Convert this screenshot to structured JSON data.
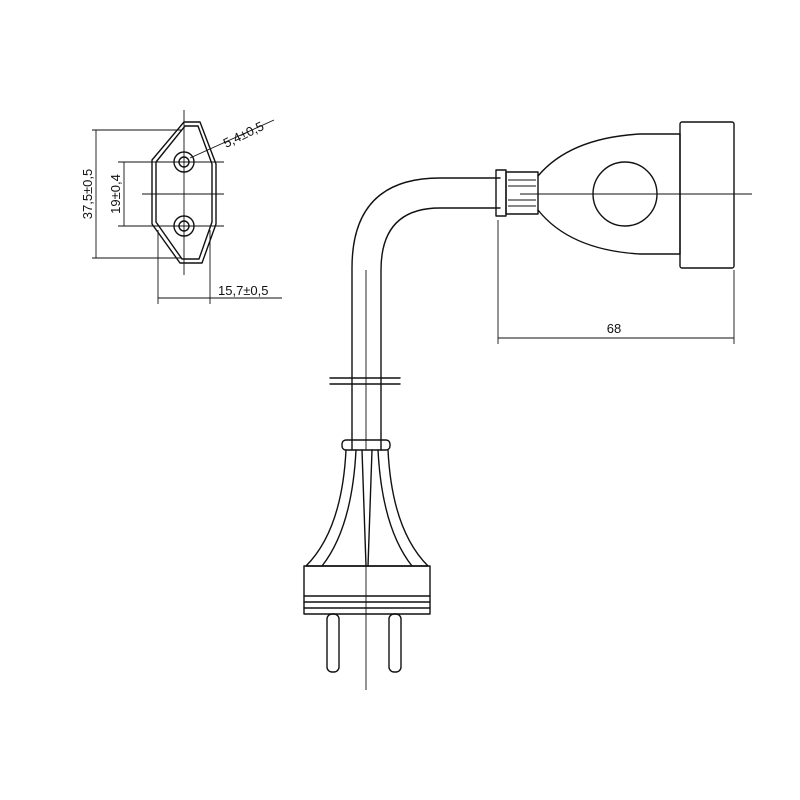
{
  "dimensions": {
    "pin_diameter": "5,4±0,5",
    "plug_height": "37,5±0,5",
    "pin_spacing": "19±0,4",
    "plug_width": "15,7±0,5",
    "socket_length": "68"
  }
}
